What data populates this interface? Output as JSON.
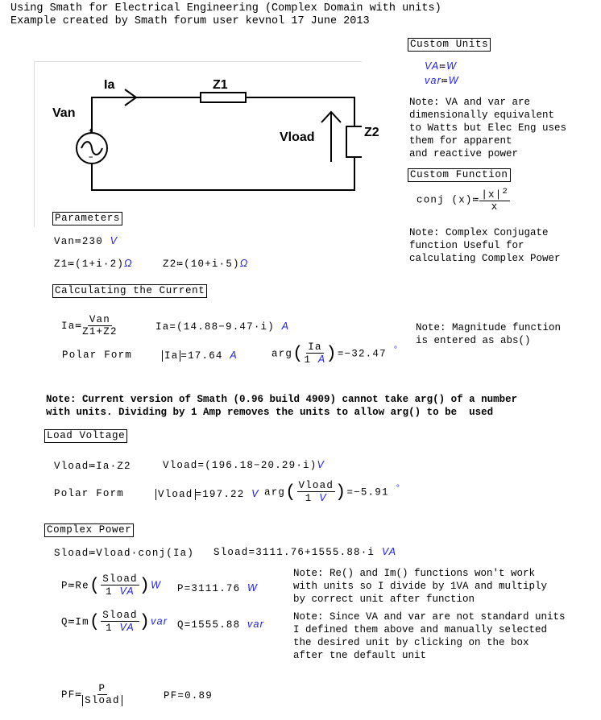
{
  "header": {
    "line1": "Using Smath for Electrical Engineering (Complex Domain with units)",
    "line2": "Example created by Smath forum user kevnol 17 June 2013"
  },
  "circuit": {
    "ia": "Ia",
    "z1": "Z1",
    "van": "Van",
    "vload": "Vload",
    "z2": "Z2",
    "plus": "+",
    "minus": "−"
  },
  "custom_units": {
    "title": "Custom Units",
    "va_def": "VA",
    "var_def": "var",
    "unit": "W",
    "assign": "≔",
    "note": "Note: VA and var are\ndimensionally equivalent\nto Watts but Elec Eng uses\nthem for apparent\nand reactive power"
  },
  "custom_function": {
    "title": "Custom Function",
    "lhs": "conj",
    "arg": "(x)",
    "assign": "≔",
    "num": "|x|",
    "exp": "2",
    "den": "x",
    "note": "Note: Complex Conjugate\nfunction Useful for\ncalculating Complex Power"
  },
  "parameters": {
    "title": "Parameters",
    "van": "Van≔230",
    "van_unit": "V",
    "z1": "Z1≔(1+i·2)",
    "z1_unit": "Ω",
    "z2": "Z2≔(10+i·5)",
    "z2_unit": "Ω"
  },
  "current": {
    "title": "Calculating the Current",
    "ia_lhs": "Ia≔",
    "ia_num": "Van",
    "ia_den": "Z1+Z2",
    "ia_result": "Ia=(14.88−9.47·i)",
    "ia_unit": "A",
    "polar_label": "Polar Form",
    "abs_ia": "Ia",
    "abs_result": "=17.64",
    "abs_unit": "A",
    "arg": "arg",
    "arg_num": "Ia",
    "arg_den": "1",
    "arg_den_unit": "A",
    "arg_result": "=−32.47",
    "deg": "°",
    "note": "Note: Magnitude function\nis entered as abs()"
  },
  "bold_note": "Note: Current version of Smath (0.96 build 4909) cannot take arg() of a number\nwith units. Dividing by 1 Amp removes the units to allow arg() to be  used",
  "load_voltage": {
    "title": "Load Voltage",
    "def": "Vload≔Ia·Z2",
    "result": "Vload=(196.18−20.29·i)",
    "unit": "V",
    "polar_label": "Polar Form",
    "abs_v": "Vload",
    "abs_result": "=197.22",
    "abs_unit": "V",
    "arg": "arg",
    "arg_num": "Vload",
    "arg_den": "1",
    "arg_den_unit": "V",
    "arg_result": "=−5.91",
    "deg": "°"
  },
  "complex_power": {
    "title": "Complex Power",
    "def": "Sload≔Vload·conj(Ia)",
    "result": "Sload=3111.76+1555.88·i",
    "result_unit": "VA",
    "p_lhs": "P≔Re",
    "q_lhs": "Q≔Im",
    "frac_num": "Sload",
    "frac_den": "1",
    "frac_den_unit": "VA",
    "p_unit": "W",
    "q_unit": "var",
    "p_result": "P=3111.76",
    "q_result": "Q=1555.88",
    "note1": "Note: Re() and Im() functions won't work\nwith units so I divide by 1VA and multiply\nby correct unit after function",
    "note2": "Note: Since VA and var are not standard units\nI defined them above and manually selected\nthe desired unit by clicking on the box\nafter tne default unit",
    "pf_lhs": "PF≔",
    "pf_num": "P",
    "pf_den": "Sload",
    "pf_result": "PF=0.89"
  }
}
